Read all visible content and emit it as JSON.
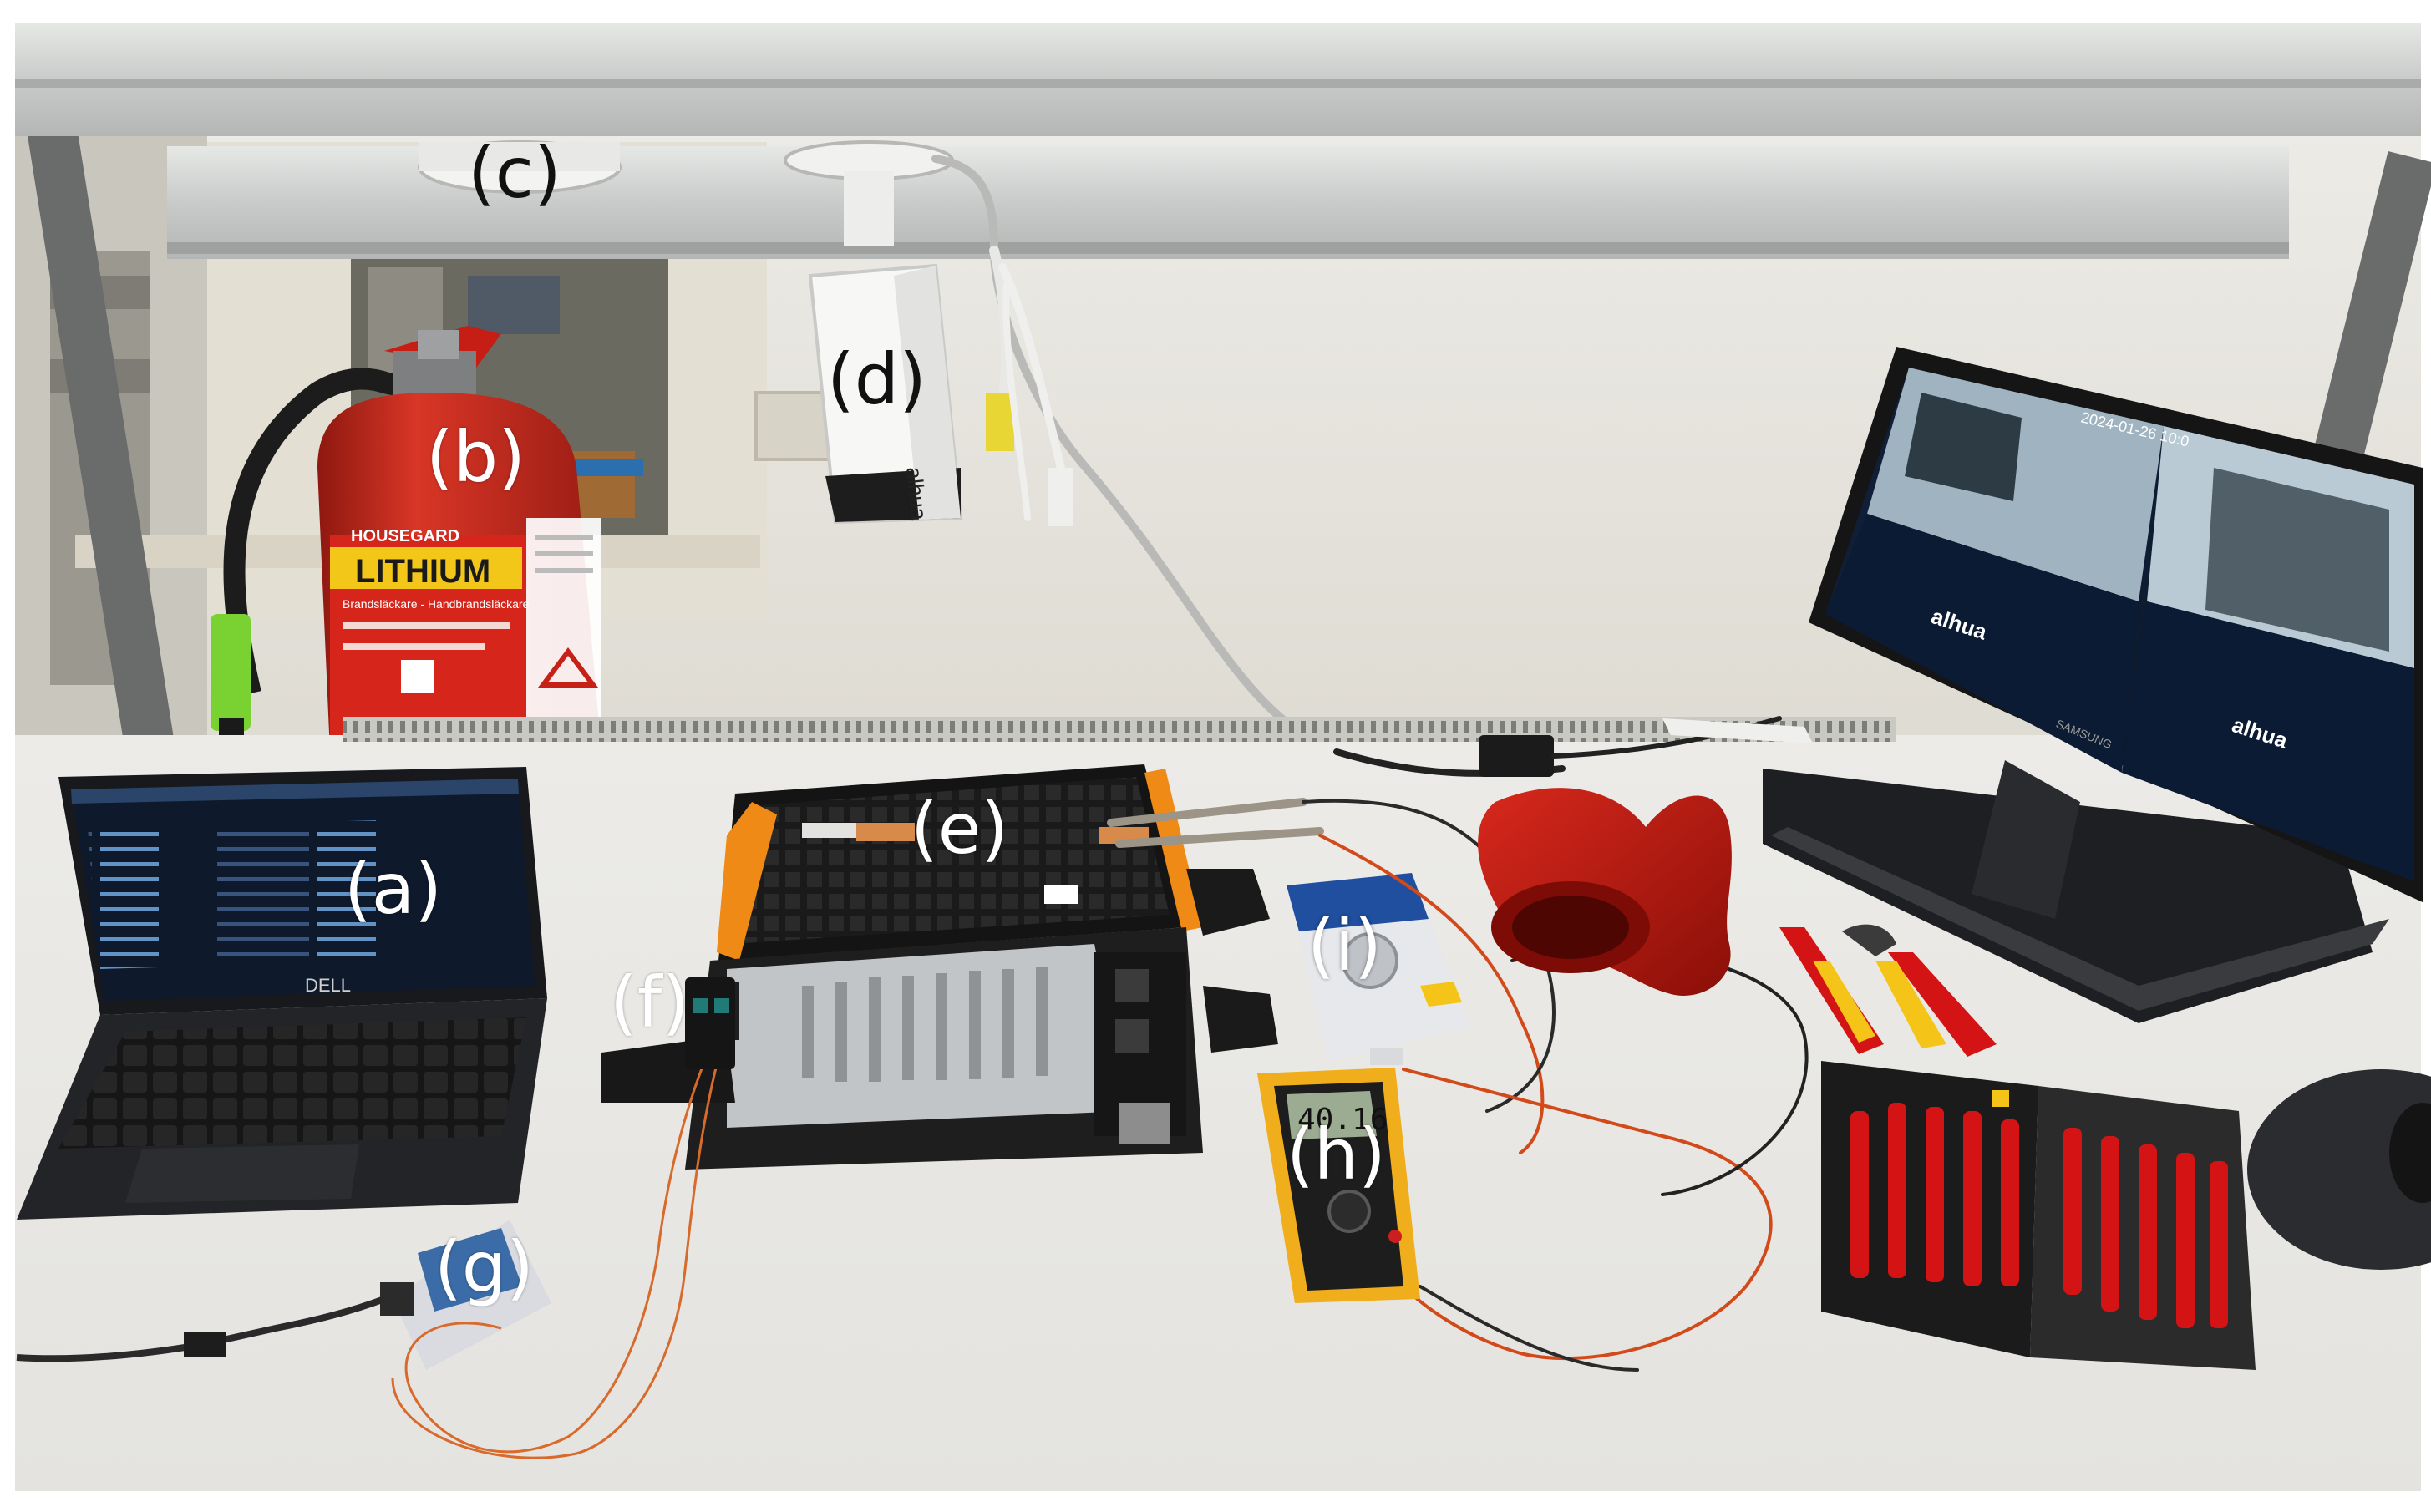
{
  "labels": {
    "a": "(a)",
    "b": "(b)",
    "c": "(c)",
    "d": "(d)",
    "e": "(e)",
    "f": "(f)",
    "g": "(g)",
    "h": "(h)",
    "i": "(i)"
  },
  "extinguisher": {
    "brand": "HOUSEGARD",
    "type": "LITHIUM",
    "subtitle": "Brandsläckare - Handbrandsläckare"
  },
  "laptop": {
    "brand": "DELL"
  },
  "camera": {
    "brand": "alhua"
  },
  "monitor": {
    "timestamp": "2024-01-26 10:0",
    "logo": "alhua",
    "brand": "SAMSUNG"
  },
  "multimeter": {
    "reading": "40.16"
  },
  "colors": {
    "wall": "#e8e4dc",
    "bench": "#eeeeec",
    "rail": "#d4d6d4",
    "extinguisher_red": "#c8281e",
    "extinguisher_green": "#7ac943",
    "battery_black": "#1c1c1c",
    "battery_orange": "#ef8a17",
    "heatsink": "#b9bcbf",
    "glove_red": "#c11c12",
    "multimeter_yellow": "#f2b01e",
    "monitor_screen": "#0e1d33",
    "tool_red": "#d41414"
  }
}
